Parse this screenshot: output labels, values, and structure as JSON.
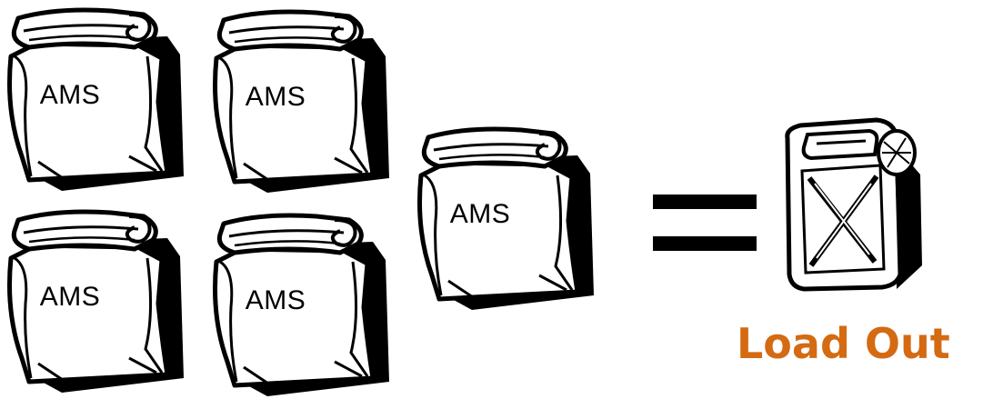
{
  "bags": [
    {
      "label": "AMS"
    },
    {
      "label": "AMS"
    },
    {
      "label": "AMS"
    },
    {
      "label": "AMS"
    },
    {
      "label": "AMS"
    }
  ],
  "operator": {
    "icon": "equals-sign"
  },
  "result": {
    "icon": "jerrycan-icon",
    "label": "Load Out"
  },
  "colors": {
    "label_accent": "#d46a12",
    "ink": "#000000",
    "bag_fill": "#ffffff"
  }
}
